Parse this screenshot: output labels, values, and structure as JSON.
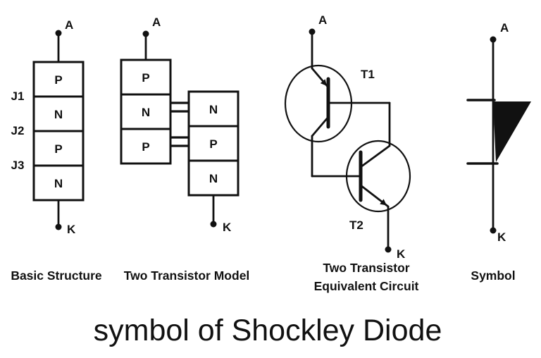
{
  "title": "symbol of Shockley Diode",
  "panels": {
    "basic": {
      "caption": "Basic Structure",
      "terminal_top": "A",
      "terminal_bottom": "K",
      "layers": [
        "P",
        "N",
        "P",
        "N"
      ],
      "junctions": [
        "J1",
        "J2",
        "J3"
      ]
    },
    "model": {
      "caption": "Two Transistor Model",
      "terminal_top": "A",
      "terminal_bottom": "K",
      "left_layers": [
        "P",
        "N",
        "P"
      ],
      "right_layers": [
        "N",
        "P",
        "N"
      ]
    },
    "equivalent": {
      "caption_line1": "Two Transistor",
      "caption_line2": "Equivalent Circuit",
      "terminal_top": "A",
      "terminal_bottom": "K",
      "transistor1": "T1",
      "transistor2": "T2"
    },
    "symbol": {
      "caption": "Symbol",
      "terminal_top": "A",
      "terminal_bottom": "K"
    }
  },
  "colors": {
    "ink": "#111111",
    "title": "#2b2b2b"
  }
}
